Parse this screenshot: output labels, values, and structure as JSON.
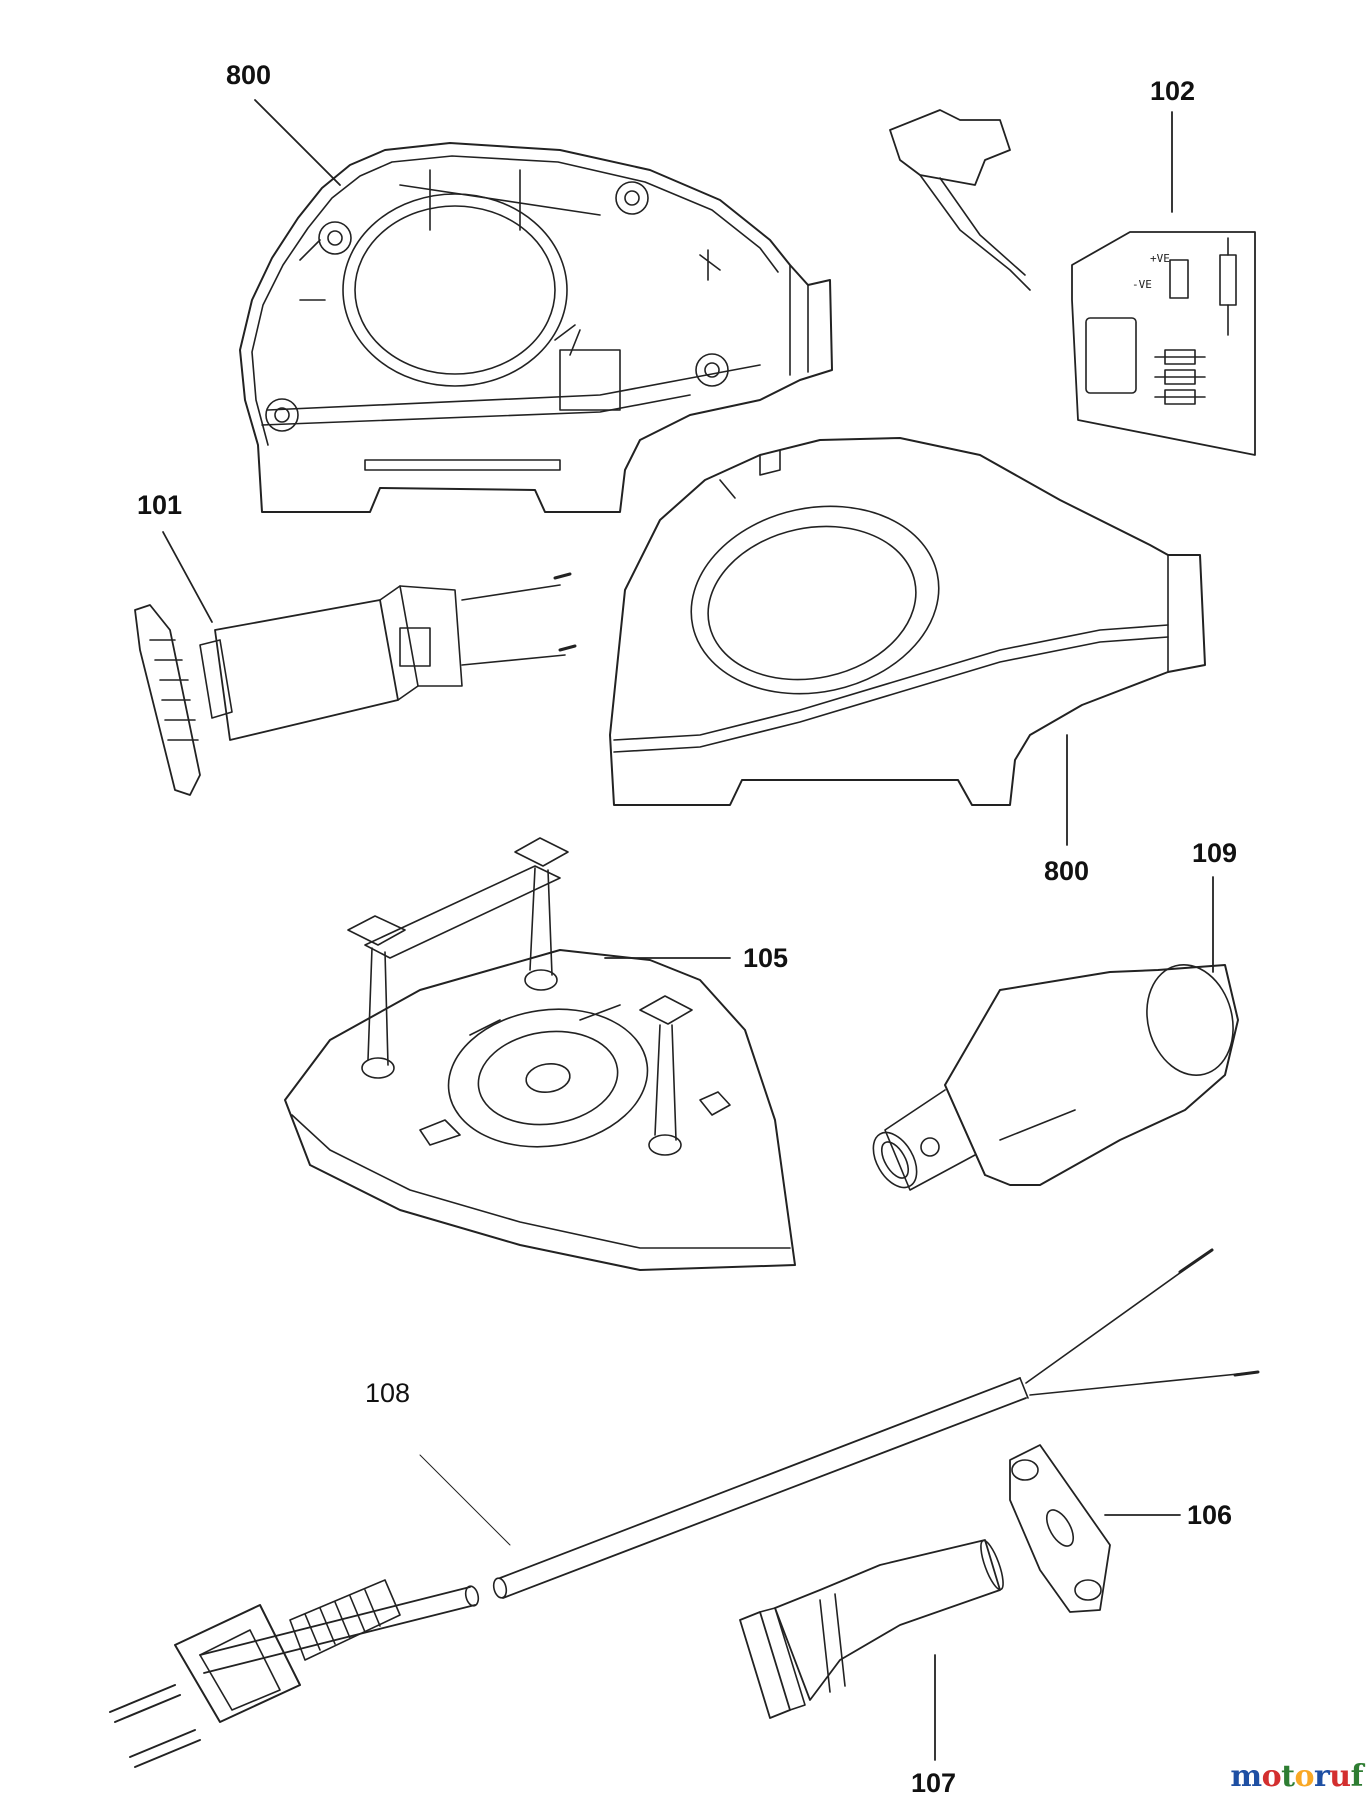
{
  "callouts": {
    "housing_left": "800",
    "circuit_board": "102",
    "motor": "101",
    "housing_right": "800",
    "accessory_nozzle": "109",
    "platen": "105",
    "power_cord": "108",
    "cord_clamp": "106",
    "cord_protector": "107"
  },
  "watermark": {
    "text": "motoruf",
    "letters": [
      {
        "ch": "m",
        "color": "#1e4fa3"
      },
      {
        "ch": "o",
        "color": "#d32f2f"
      },
      {
        "ch": "t",
        "color": "#2e7d32"
      },
      {
        "ch": "o",
        "color": "#f9a825"
      },
      {
        "ch": "r",
        "color": "#1e4fa3"
      },
      {
        "ch": "u",
        "color": "#d32f2f"
      },
      {
        "ch": "f",
        "color": "#2e7d32"
      }
    ]
  }
}
